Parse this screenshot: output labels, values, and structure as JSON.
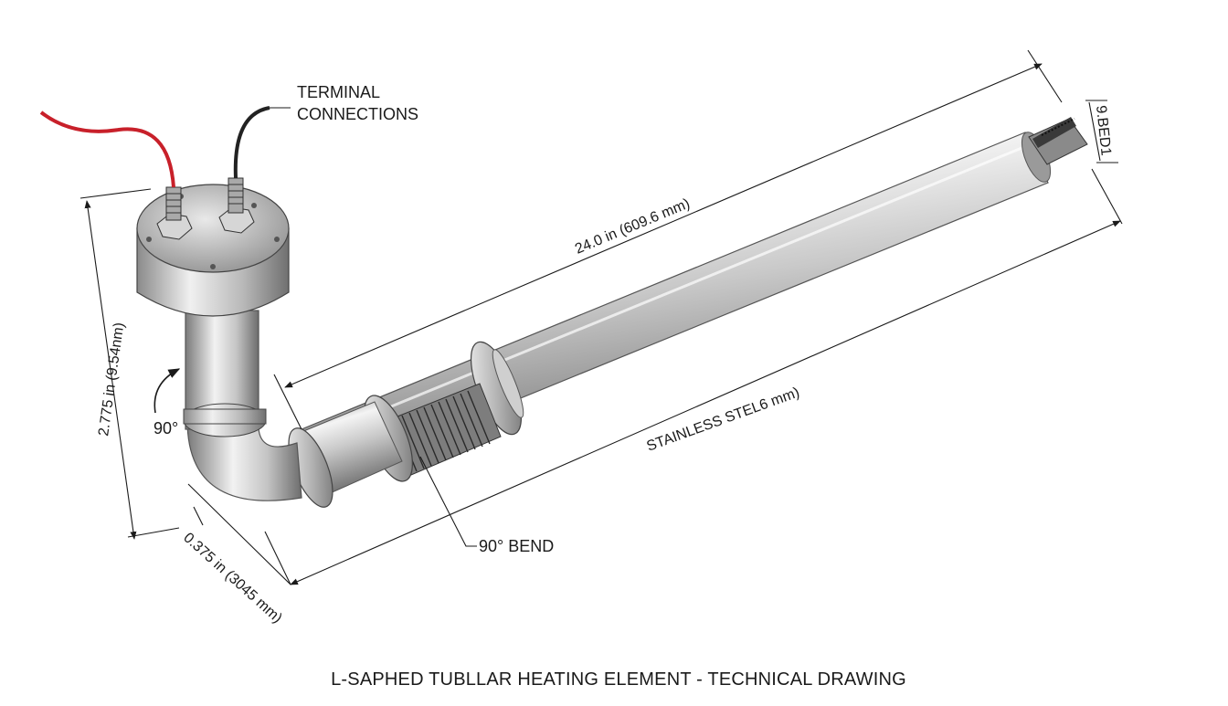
{
  "labels": {
    "terminal_line1": "TERMINAL",
    "terminal_line2": "CONNECTIONS",
    "length_dim": "24.0 in (609.6 mm)",
    "height_dim": "2.775 in (9.54nm)",
    "base_dim": "0.375 in (3045 mm)",
    "angle": "90°",
    "bend": "90° BEND",
    "material": "STAINLESS STEL6 mm)",
    "diameter_dim": "9.BED1",
    "caption": "L-SAPHED TUBLLAR HEATING ELEMENT - TECHNICAL DRAWING"
  },
  "colors": {
    "wire_red": "#c8202a",
    "wire_black": "#222222",
    "steel_light": "#f2f2f2",
    "steel_mid": "#bdbdbd",
    "steel_dark": "#6e6e6e",
    "line": "#1a1a1a"
  }
}
